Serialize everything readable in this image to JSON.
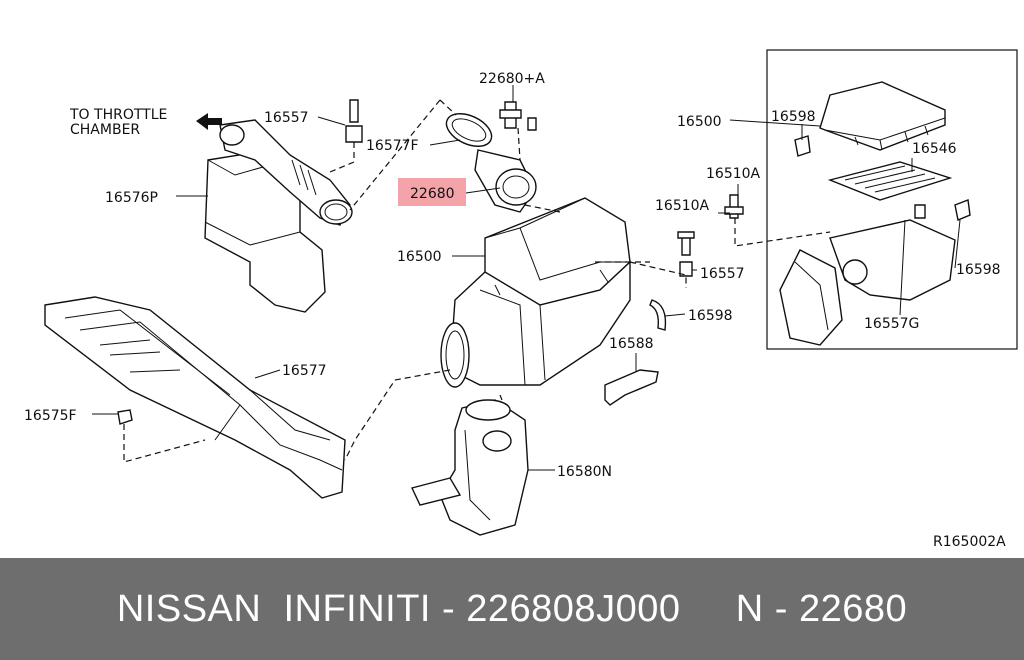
{
  "diagram": {
    "ref_code": "R165002A",
    "throttle_note_line1": "TO THROTTLE",
    "throttle_note_line2": "CHAMBER",
    "highlight_color": "#f4a3a8",
    "labels": {
      "p22680_a": "22680+A",
      "p16557_top": "16557",
      "p16577f": "16577F",
      "p16576p": "16576P",
      "p22680": "22680",
      "p16500_mid": "16500",
      "p16577": "16577",
      "p16575f": "16575F",
      "p16510a_left": "16510A",
      "p16557_mid": "16557",
      "p16598_mid": "16598",
      "p16588": "16588",
      "p16580n": "16580N",
      "p16500_box": "16500",
      "p16598_box_top": "16598",
      "p16546": "16546",
      "p16510a_right": "16510A",
      "p16598_box_right": "16598",
      "p16557g": "16557G"
    }
  },
  "footer": {
    "text": "NISSAN  INFINITI - 226808J000     N - 22680",
    "background": "#6e6e6e"
  }
}
